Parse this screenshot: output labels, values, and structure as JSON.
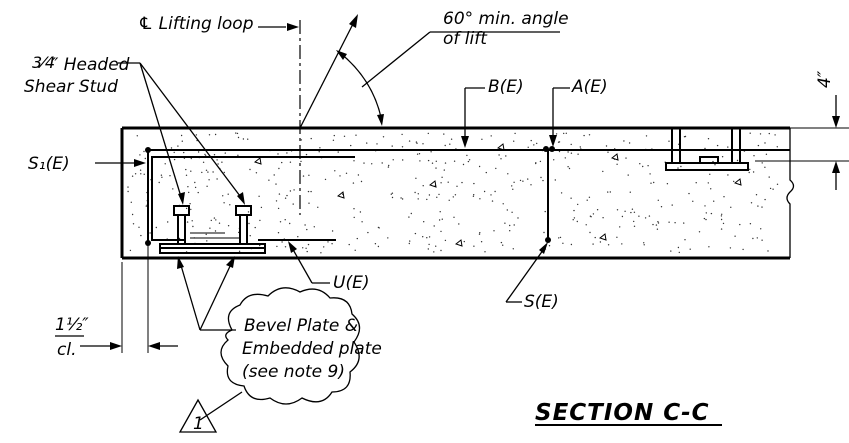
{
  "labels": {
    "lifting_loop": "℄ Lifting loop",
    "angle_line1": "60° min. angle",
    "angle_line2": "of lift",
    "stud_frac": "3⁄4",
    "stud_line1": "″ Headed",
    "stud_line2": "Shear Stud",
    "b_e": "B(E)",
    "a_e": "A(E)",
    "s1_e": "S₁(E)",
    "u_e": "U(E)",
    "s_e": "S(E)",
    "dim_4in": "4″",
    "dim_clear_num": "1½″",
    "dim_clear_den": "cl.",
    "bevel_line1": "Bevel Plate  &",
    "bevel_line2": "Embedded plate",
    "bevel_line3": "(see note 9)",
    "revision": "1",
    "section_title": "SECTION C-C"
  }
}
